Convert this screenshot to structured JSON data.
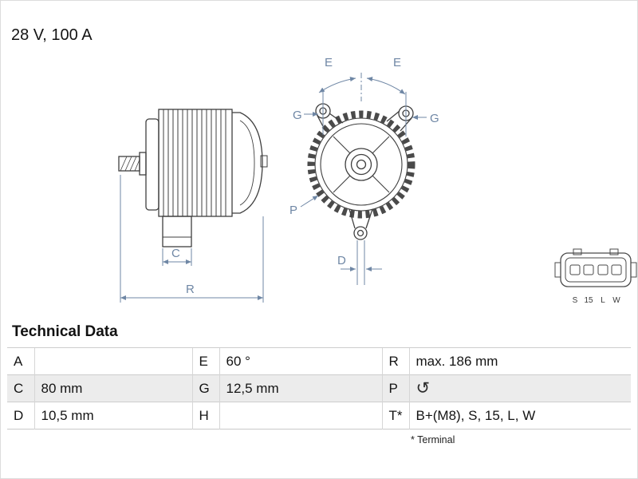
{
  "colors": {
    "dimension_blue": "#6f87a5",
    "line_dark": "#3f3f3f",
    "row_stripe": "#ececec"
  },
  "header": {
    "rating": "28 V, 100 A"
  },
  "diagram": {
    "dimension_labels": {
      "e_left": "E",
      "e_right": "E",
      "g_left": "G",
      "g_right": "G",
      "p": "P",
      "d": "D",
      "c": "C",
      "r": "R"
    },
    "connector": {
      "pins": [
        "S",
        "15",
        "L",
        "W"
      ]
    }
  },
  "technical_data": {
    "title": "Technical Data",
    "rows": [
      [
        {
          "k": "A",
          "v": ""
        },
        {
          "k": "E",
          "v": "60 °"
        },
        {
          "k": "R",
          "v": "max. 186 mm"
        }
      ],
      [
        {
          "k": "C",
          "v": "80 mm"
        },
        {
          "k": "G",
          "v": "12,5 mm"
        },
        {
          "k": "P",
          "v": "↺"
        }
      ],
      [
        {
          "k": "D",
          "v": "10,5 mm"
        },
        {
          "k": "H",
          "v": ""
        },
        {
          "k": "T*",
          "v": "B+(M8), S, 15, L, W"
        }
      ]
    ],
    "footnote": "* Terminal"
  }
}
